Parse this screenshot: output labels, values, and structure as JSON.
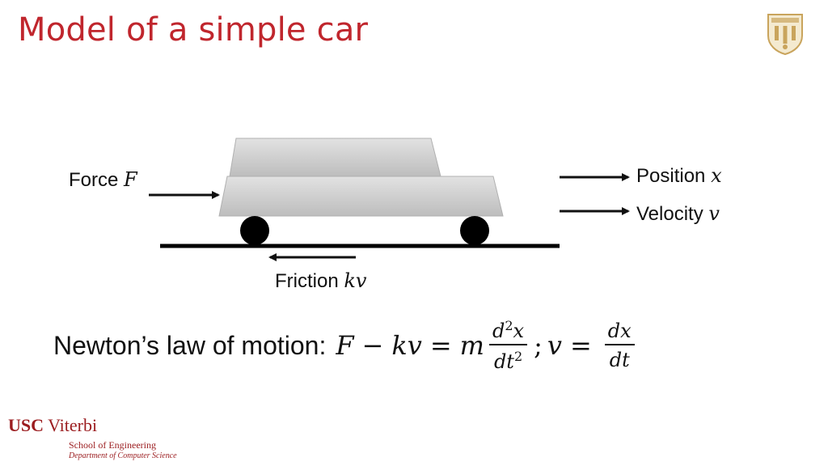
{
  "slide": {
    "title": "Model of a simple car"
  },
  "diagram": {
    "force_text": "Force ",
    "force_symbol": "F",
    "position_text": "Position ",
    "position_symbol": "x",
    "velocity_text": "Velocity ",
    "velocity_symbol": "v",
    "friction_text": "Friction ",
    "friction_symbol": "kv"
  },
  "equation": {
    "label": "Newton’s law of motion:",
    "lhs_F": "F",
    "minus": "−",
    "kv": "kv",
    "equals1": "=",
    "m": "m",
    "frac1_num": "d",
    "frac1_num_sup": "2",
    "frac1_num_var": "x",
    "frac1_den": "dt",
    "frac1_den_sup": "2",
    "sep": ";",
    "v": "v",
    "equals2": "=",
    "frac2_num": "dx",
    "frac2_den": "dt"
  },
  "footer": {
    "brand_bold": "USC",
    "brand_rest": " Viterbi",
    "school": "School of Engineering",
    "department": "Department of  Computer Science"
  },
  "colors": {
    "title": "#c0262d",
    "brand": "#9b1c1f",
    "car_body": "#cfcfcf",
    "seal": "#c9a45c"
  }
}
